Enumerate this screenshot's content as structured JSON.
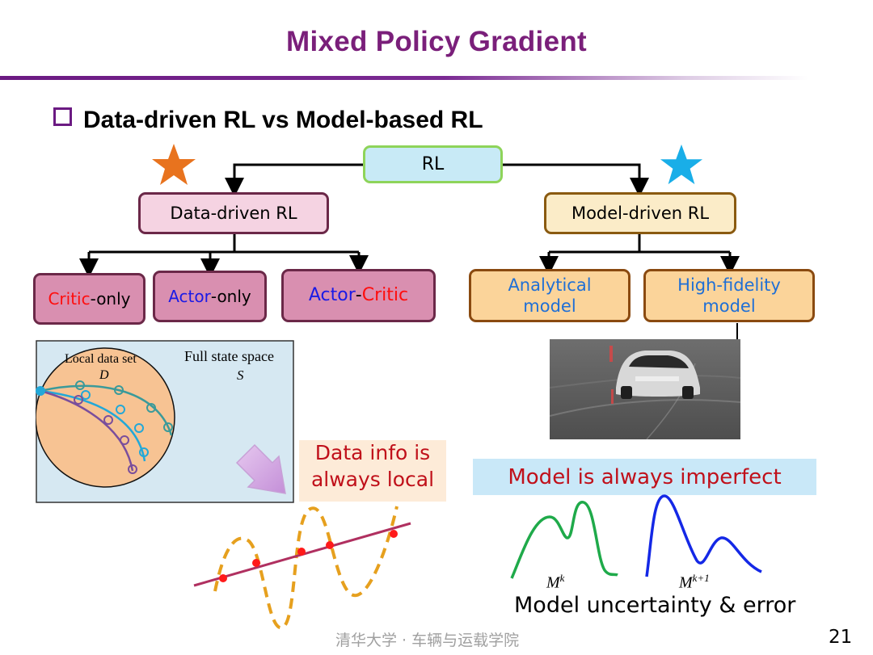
{
  "title": "Mixed Policy Gradient",
  "heading": "Data-driven RL vs Model-based RL",
  "tree": {
    "root": "RL",
    "left": "Data-driven RL",
    "right": "Model-driven RL",
    "critic_only": {
      "a": "Critic",
      "b": "-only"
    },
    "actor_only": {
      "a": "Actor",
      "b": "-only"
    },
    "actor_critic": {
      "a": "Actor",
      "b": "-",
      "c": "Critic"
    },
    "analytical": {
      "l1": "Analytical",
      "l2": "model"
    },
    "high_fidelity": {
      "l1": "High-fidelity",
      "l2": "model"
    }
  },
  "state_space": {
    "local_label": "Local data set",
    "local_symbol": "D",
    "full_label": "Full state space",
    "full_symbol": "S"
  },
  "captions": {
    "data_info_1": "Data info is",
    "data_info_2": "always local",
    "model_imperfect": "Model is always imperfect",
    "uncertainty": "Model uncertainty & error"
  },
  "model_labels": {
    "mk_base": "M",
    "mk_sup": "k",
    "mk1_base": "M",
    "mk1_sup": "k+1"
  },
  "footer": "清华大学 · 车辆与运载学院",
  "page_number": "21",
  "colors": {
    "star_left": "#e8731e",
    "star_right": "#19aee8",
    "accent": "#6b1a82"
  },
  "icons": [
    "star-icon",
    "arrow-down-right-icon",
    "checkbox-bullet-icon"
  ]
}
